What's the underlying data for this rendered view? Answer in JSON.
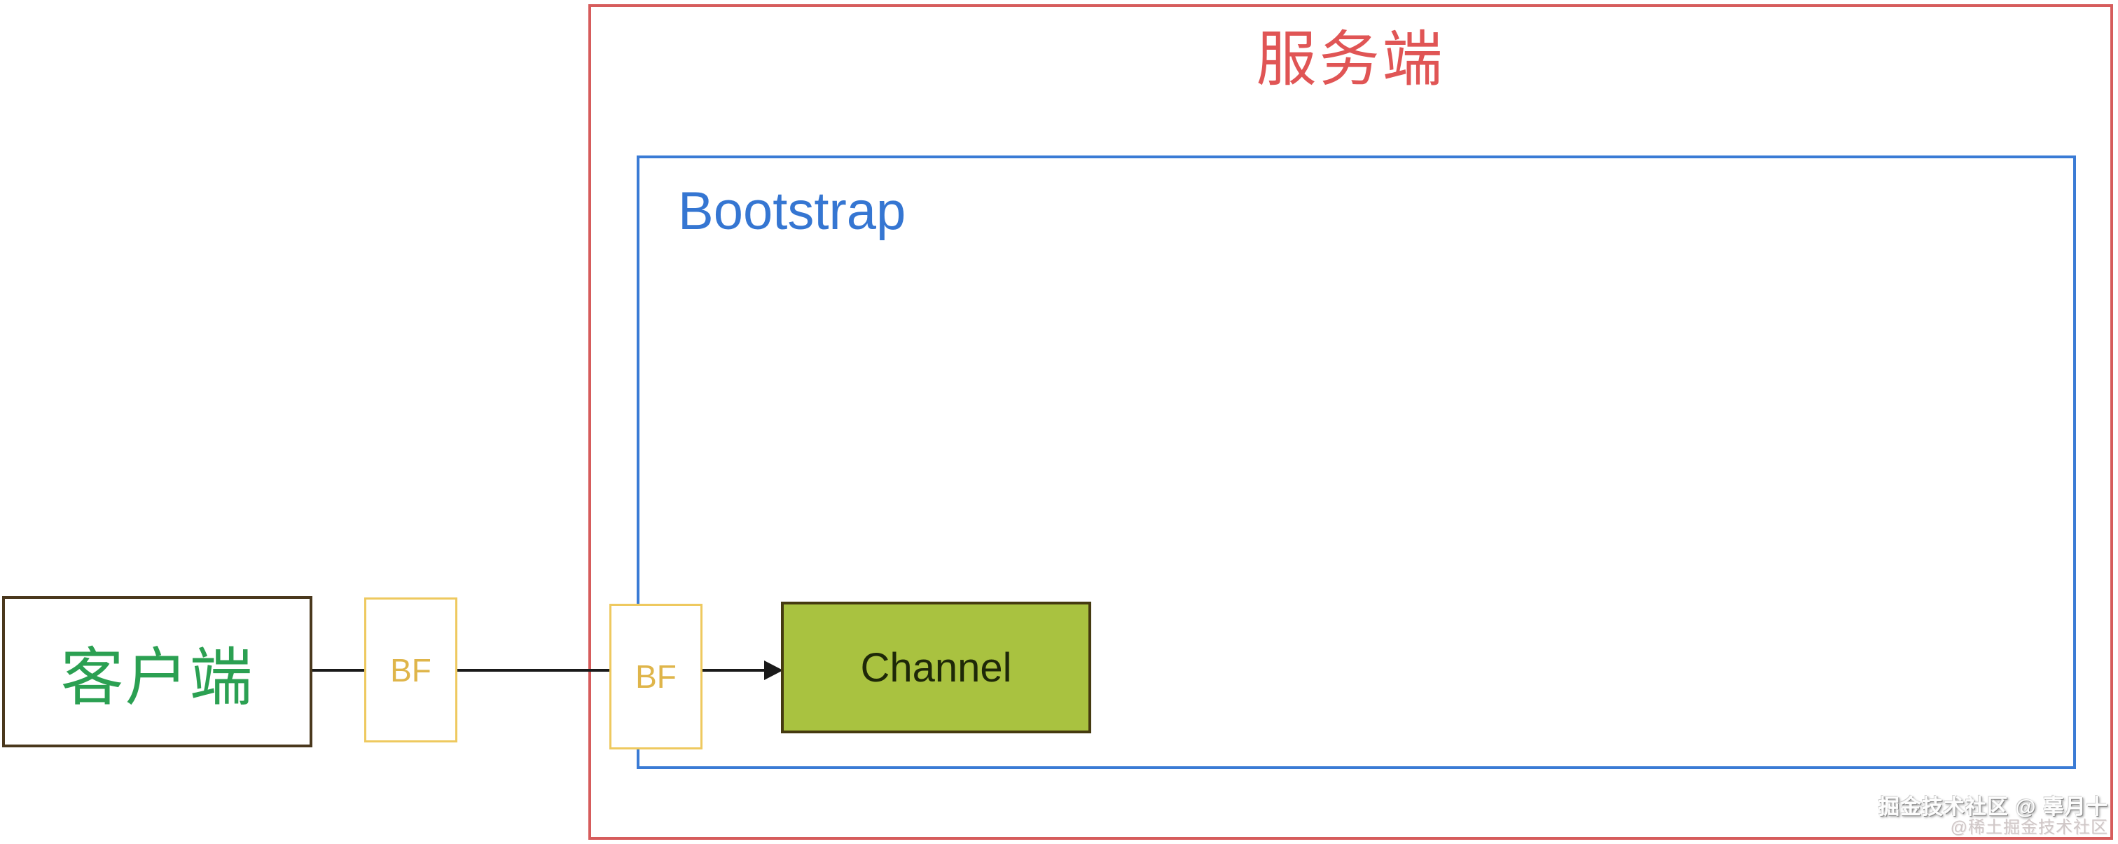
{
  "diagram": {
    "server": {
      "label": "服务端"
    },
    "bootstrap": {
      "label": "Bootstrap"
    },
    "client": {
      "label": "客户端"
    },
    "bf_client": {
      "label": "BF"
    },
    "bf_server": {
      "label": "BF"
    },
    "channel": {
      "label": "Channel"
    }
  },
  "watermark": {
    "line1": "掘金技术社区 @ 辜月十",
    "line2": "@稀土掘金技术社区"
  },
  "colors": {
    "server_border": "#d65c5c",
    "server_text": "#e05555",
    "bootstrap_border": "#3a7bd5",
    "bootstrap_text": "#3576d2",
    "client_border": "#4a381d",
    "client_text": "#2ba052",
    "bf_border": "#eec95f",
    "bf_text": "#dfb54a",
    "channel_fill": "#a9c240",
    "channel_border": "#453a10",
    "channel_text": "#1e2808",
    "connector": "#1a1a1a",
    "background": "#ffffff"
  }
}
